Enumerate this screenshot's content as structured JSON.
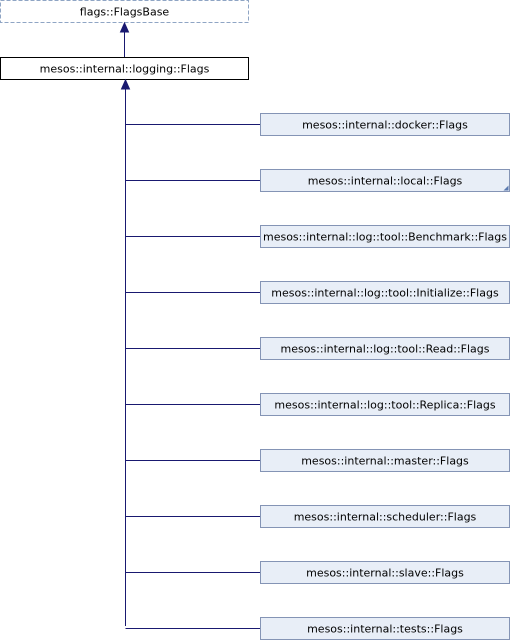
{
  "colors": {
    "edge": "#191970",
    "root_fill": "#ffffff",
    "root_border": "#000000",
    "base_fill": "#ffffff",
    "base_border": "#8fa5c4",
    "derived_fill": "#e8eef7",
    "derived_border": "#8494b5"
  },
  "base_class": {
    "label": "flags::FlagsBase"
  },
  "root_class": {
    "label": "mesos::internal::logging::Flags"
  },
  "derived_classes": [
    {
      "label": "mesos::internal::docker::Flags",
      "has_more": false
    },
    {
      "label": "mesos::internal::local::Flags",
      "has_more": true
    },
    {
      "label": "mesos::internal::log::tool::Benchmark::Flags",
      "has_more": false
    },
    {
      "label": "mesos::internal::log::tool::Initialize::Flags",
      "has_more": false
    },
    {
      "label": "mesos::internal::log::tool::Read::Flags",
      "has_more": false
    },
    {
      "label": "mesos::internal::log::tool::Replica::Flags",
      "has_more": false
    },
    {
      "label": "mesos::internal::master::Flags",
      "has_more": false
    },
    {
      "label": "mesos::internal::scheduler::Flags",
      "has_more": false
    },
    {
      "label": "mesos::internal::slave::Flags",
      "has_more": false
    },
    {
      "label": "mesos::internal::tests::Flags",
      "has_more": false
    }
  ]
}
